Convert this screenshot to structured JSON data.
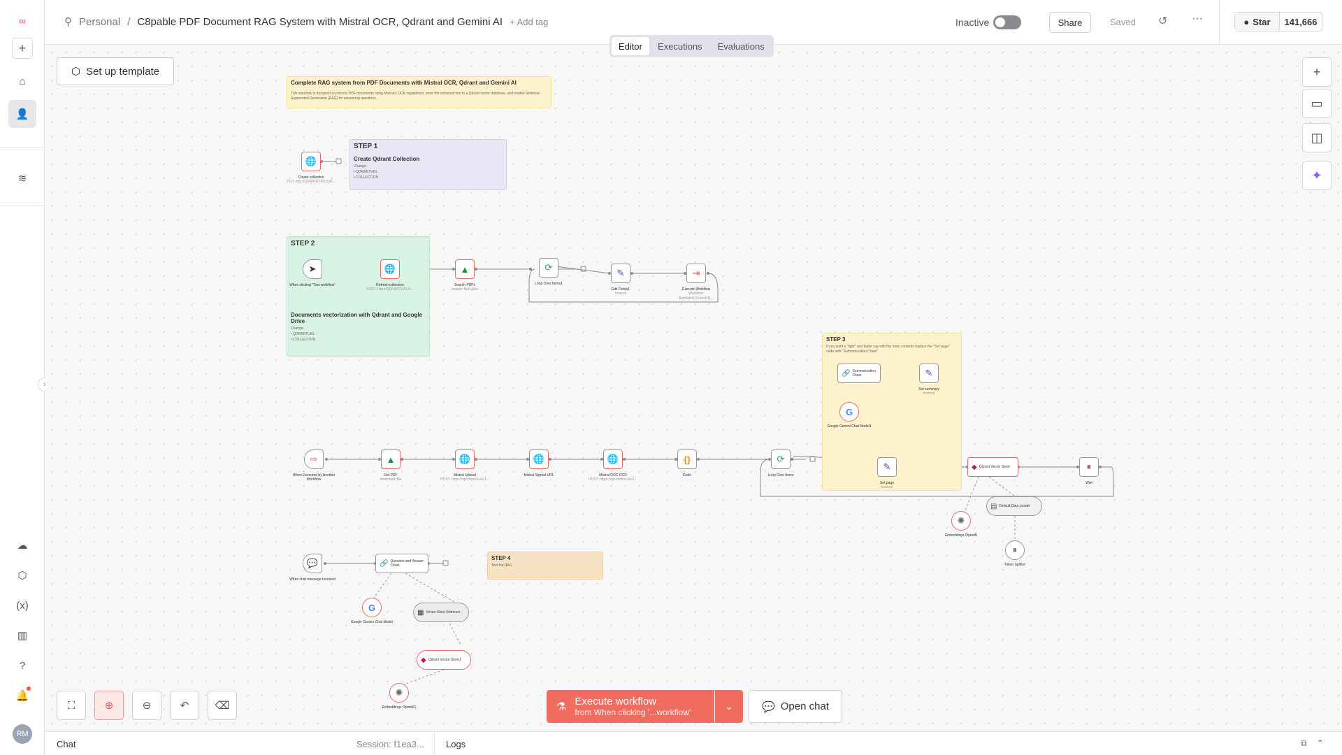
{
  "header": {
    "workspace": "Personal",
    "title": "C8pable PDF Document RAG System with Mistral OCR, Qdrant and Gemini AI",
    "add_tag": "+ Add tag",
    "status_label": "Inactive",
    "share_label": "Share",
    "saved_label": "Saved",
    "github_star_label": "Star",
    "github_star_count": "141,666"
  },
  "tabs": [
    "Editor",
    "Executions",
    "Evaluations"
  ],
  "canvas": {
    "setup_button": "Set up template",
    "notes": {
      "intro_title": "Complete RAG system from PDF Documents with Mistral OCR, Qdrant and Gemini AI",
      "intro_text": "This workflow is designed to process PDF documents using Mistral's OCR capabilities, store the extracted text in a Qdrant vector database, and enable Retrieval-Augmented Generation (RAG) for answering questions.",
      "step1_title": "STEP 1",
      "step1_sub": "Create Qdrant Collection",
      "step1_change": "Change:",
      "step1_items": [
        "QDRANTURL",
        "COLLECTION"
      ],
      "step2_title": "STEP 2",
      "step2_sub": "Documents vectorization with Qdrant and Google Drive",
      "step2_change": "Change:",
      "step2_items": [
        "QDRANTURL",
        "COLLECTION"
      ],
      "step3_title": "STEP 3",
      "step3_text": "If you want a \"light\" and faster rag with the main contents replace the \"Set page\" node with \"Summarization Chain\"",
      "step4_title": "STEP 4",
      "step4_text": "Test the RAG"
    },
    "nodes": {
      "create_collection": "Create collection",
      "create_collection_sub": "PUT: http://QDRANTURL/coll...",
      "manual_trigger": "When clicking \"Test workflow\"",
      "refresh_collection": "Refresh collection",
      "refresh_collection_sub": "POST: http://QDRANTURL/c...",
      "search_pdfs": "Search PDFs",
      "search_pdfs_sub": "search: fileFolder",
      "loop_over_items1": "Loop Over Items1",
      "edit_fields1": "Edit Fields1",
      "edit_fields1_sub": "manual",
      "execute_workflow": "Execute Workflow",
      "execute_workflow_sub": "Workflow: Aztr0q6xFXXdzuDQ...",
      "summarization_chain": "Summarization Chain",
      "set_summary": "Set summary",
      "set_summary_sub": "manual",
      "gemini_chat_model1": "Google Gemini Chat Model1",
      "exec_trigger": "When Executed by Another Workflow",
      "get_pdf": "Get PDF",
      "get_pdf_sub": "download: file",
      "mistral_upload": "Mistral Upload",
      "mistral_upload_sub": "POST: https://api.mistral.ai/v1...",
      "mistral_signed_url": "Mistral Signed URL",
      "mistral_doc_ocr": "Mistral DOC OCR",
      "mistral_doc_ocr_sub": "POST: https://api.mistral.ai/v1...",
      "code": "Code",
      "loop_over_items": "Loop Over Items",
      "set_page": "Set page",
      "set_page_sub": "manual",
      "qdrant_vector_store": "Qdrant Vector Store",
      "wait": "Wait",
      "embeddings_openai": "Embeddings OpenAI",
      "default_data_loader": "Default Data Loader",
      "token_splitter": "Token Splitter",
      "chat_trigger": "When chat message received",
      "qa_chain": "Question and Answer Chain",
      "gemini_chat_model": "Google Gemini Chat Model",
      "vector_store_retriever": "Vector Store Retriever",
      "qdrant_vector_store1": "Qdrant Vector Store1",
      "embeddings_openai1": "Embeddings OpenAI1"
    }
  },
  "actions": {
    "execute_label": "Execute workflow",
    "execute_sub": "from When clicking '...workflow'",
    "open_chat": "Open chat"
  },
  "bottom_panel": {
    "chat": "Chat",
    "session": "Session: f1ea3...",
    "logs": "Logs"
  },
  "user": {
    "initials": "RM"
  },
  "icons": [
    "n8n-logo-icon",
    "plus-icon",
    "home-icon",
    "user-icon",
    "layers-icon",
    "cloud-icon",
    "cube-icon",
    "variables-icon",
    "chart-icon",
    "help-icon",
    "bell-icon",
    "github-icon",
    "history-icon",
    "ellipsis-icon",
    "zoom-fit-icon",
    "zoom-in-icon",
    "zoom-out-icon",
    "undo-icon",
    "eraser-icon",
    "flask-icon",
    "chat-bubble-icon"
  ],
  "colors": {
    "accent": "#ef6c5e",
    "note_yellow": "#fdf2cc",
    "note_purple": "#e8e5f4",
    "note_green": "#d8f2e3",
    "note_orange": "#f7e3c3"
  }
}
